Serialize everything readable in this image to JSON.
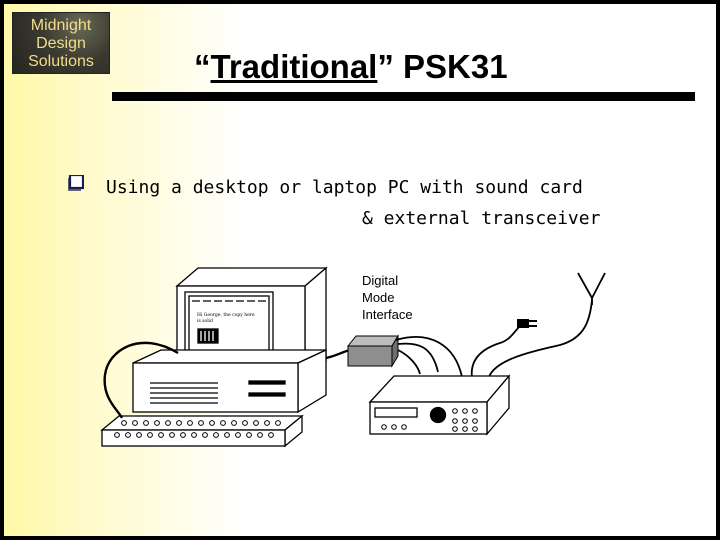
{
  "logo": {
    "lines": [
      "Midnight",
      "Design",
      "Solutions"
    ]
  },
  "title": {
    "quote_open": "“",
    "underlined": "Traditional",
    "quote_close": "”",
    "rest": " PSK31"
  },
  "bullet": {
    "line1": "Using a desktop or laptop PC with sound card",
    "line2": "& external transceiver"
  },
  "interface_label": [
    "Digital",
    "Mode",
    "Interface"
  ],
  "screen_text": "Hi George, the copy here is solid",
  "colors": {
    "logo_text": "#f2dc8a",
    "background_accent": "#fff9a8"
  }
}
